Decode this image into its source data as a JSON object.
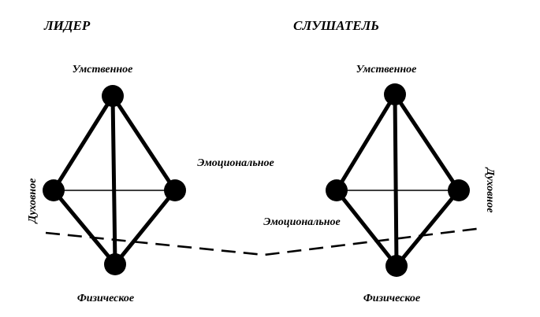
{
  "leader": {
    "title": "ЛИДЕР",
    "top": "Умственное",
    "left": "Духовное",
    "right": "Эмоциональное",
    "bottom": "Физическое"
  },
  "listener": {
    "title": "СЛУШАТЕЛЬ",
    "top": "Умственное",
    "left": "Эмоциональное",
    "right": "Духовное",
    "bottom": "Физическое"
  },
  "colors": {
    "ink": "#000000",
    "background": "#ffffff"
  }
}
